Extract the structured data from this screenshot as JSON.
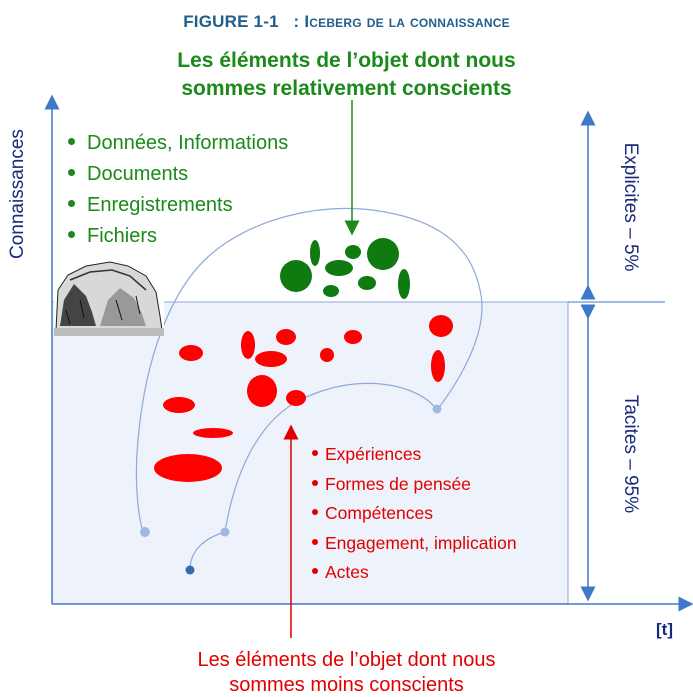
{
  "figure": {
    "title_number": "Figure 1-1",
    "title_separator": ":",
    "title_text": "Iceberg de la connaissance"
  },
  "top_caption": {
    "line1": "Les éléments de l’objet dont nous",
    "line2": "sommes relativement conscients"
  },
  "bottom_caption": {
    "line1": "Les éléments de l’objet dont nous",
    "line2": "sommes moins conscients"
  },
  "y_axis_label": "Connaissances",
  "x_axis_label": "[t]",
  "explicit_label": "Explicites – 5%",
  "tacit_label": "Tacites – 95%",
  "explicit_items": [
    "Données, Informations",
    "Documents",
    "Enregistrements",
    "Fichiers"
  ],
  "tacit_items": [
    "Expériences",
    "Formes de pensée",
    "Compétences",
    "Engagement, implication",
    "Actes"
  ],
  "colors": {
    "explicit": "#1a8a1a",
    "tacit": "#e00000",
    "axis": "#3f78c8",
    "water": "#eef2fa",
    "title": "#1f5f8b"
  },
  "icons": {
    "iceberg_image": "iceberg-photo-icon"
  }
}
